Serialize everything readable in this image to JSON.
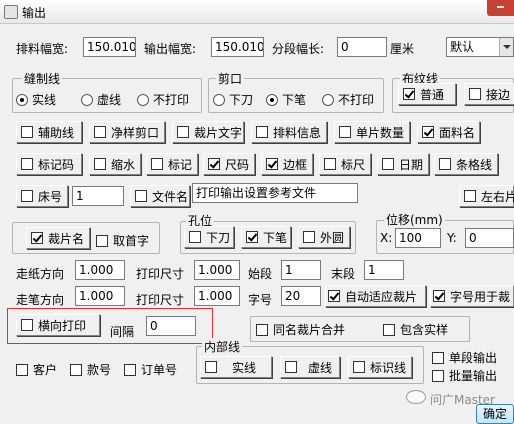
{
  "window": {
    "title": "输出"
  },
  "row1": {
    "layout_width_label": "排料幅宽:",
    "layout_width_value": "150.010",
    "output_width_label": "输出幅宽:",
    "output_width_value": "150.010",
    "segment_length_label": "分段幅长:",
    "segment_length_value": "0",
    "unit": "厘米",
    "preset_value": "默认"
  },
  "stitch_line": {
    "title": "缝制线",
    "options": [
      "实线",
      "虚线",
      "不打印"
    ],
    "selected": "实线"
  },
  "cut": {
    "title": "剪口",
    "options": [
      "下刀",
      "下笔",
      "不打印"
    ],
    "selected": "下笔"
  },
  "grain_line": {
    "title": "布纹线",
    "normal_label": "普通",
    "normal_checked": true,
    "edge_label": "接边",
    "edge_checked": false
  },
  "row_a": [
    {
      "label": "辅助线",
      "checked": false
    },
    {
      "label": "净样剪口",
      "checked": false
    },
    {
      "label": "裁片文字",
      "checked": false
    },
    {
      "label": "排料信息",
      "checked": false
    },
    {
      "label": "单片数量",
      "checked": false
    },
    {
      "label": "面料名",
      "checked": true
    }
  ],
  "row_b": [
    {
      "label": "标记码",
      "checked": false
    },
    {
      "label": "缩水",
      "checked": false
    },
    {
      "label": "标记",
      "checked": false
    },
    {
      "label": "尺码",
      "checked": true
    },
    {
      "label": "边框",
      "checked": true
    },
    {
      "label": "标尺",
      "checked": false
    },
    {
      "label": "日期",
      "checked": false
    },
    {
      "label": "条格线",
      "checked": false
    }
  ],
  "row_c": {
    "bed_label": "床号",
    "bed_checked": false,
    "bed_value": "1",
    "filename_label": "文件名",
    "filename_checked": false,
    "filename_value": "打印输出设置参考文件",
    "left_right_label": "左右片",
    "left_right_checked": false
  },
  "piece_name": {
    "label": "裁片名",
    "checked": true,
    "first_char_label": "取首字",
    "first_char_checked": false
  },
  "hole": {
    "title": "孔位",
    "down_knife_label": "下刀",
    "down_knife_checked": false,
    "down_pen_label": "下笔",
    "down_pen_checked": true,
    "circle_label": "外圆",
    "circle_checked": false
  },
  "offset": {
    "title": "位移(mm)",
    "x_label": "X:",
    "x_value": "100",
    "y_label": "Y:",
    "y_value": "0"
  },
  "paper_dir": {
    "label": "走纸方向",
    "value": "1.000",
    "print_size_label": "打印尺寸",
    "print_size_value": "1.000",
    "start_label": "始段",
    "start_value": "1",
    "end_label": "末段",
    "end_value": "1"
  },
  "pen_dir": {
    "label": "走笔方向",
    "value": "1.000",
    "print_size_label": "打印尺寸",
    "print_size_value": "1.000",
    "font_size_label": "字号",
    "font_size_value": "20",
    "auto_fit_label": "自动适应裁片",
    "auto_fit_checked": true,
    "font_for_label": "字号用于裁",
    "font_for_checked": true
  },
  "horizontal": {
    "label": "横向打印",
    "checked": false,
    "gap_label": "间隔",
    "gap_value": "0"
  },
  "merge": {
    "same_name_label": "同名裁片合并",
    "same_name_checked": false,
    "include_label": "包含实样",
    "include_checked": false
  },
  "bottom": {
    "customer_label": "客户",
    "customer_checked": false,
    "style_label": "款号",
    "style_checked": false,
    "order_label": "订单号",
    "order_checked": false
  },
  "inner_line": {
    "title": "内部线",
    "solid_label": "实线",
    "solid_checked": false,
    "dash_label": "虚线",
    "dash_checked": false,
    "mark_label": "标识线",
    "mark_checked": false
  },
  "right_bottom": {
    "single_out_label": "单段输出",
    "single_out_checked": false,
    "batch_out_label": "批量输出",
    "batch_out_checked": false,
    "ok_label": "确定"
  },
  "watermark": {
    "text": "问广Master"
  }
}
